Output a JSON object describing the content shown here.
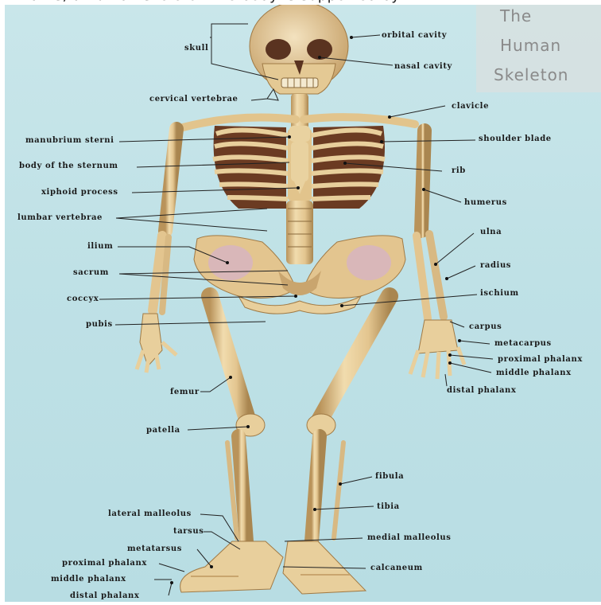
{
  "header_strip": "…that is, a human skeleton the body is supported by",
  "title": {
    "line1": "The",
    "line2": "Human",
    "line3": "Skeleton"
  },
  "labels": {
    "skull": "skull",
    "orbital_cavity": "orbital cavity",
    "nasal_cavity": "nasal cavity",
    "cervical_vertebrae": "cervical vertebrae",
    "clavicle": "clavicle",
    "manubrium_sterni": "manubrium sterni",
    "shoulder_blade": "shoulder blade",
    "body_of_sternum": "body of the sternum",
    "rib": "rib",
    "xiphoid_process": "xiphoid process",
    "humerus": "humerus",
    "lumbar_vertebrae": "lumbar vertebrae",
    "ulna": "ulna",
    "ilium": "ilium",
    "radius": "radius",
    "sacrum": "sacrum",
    "coccyx": "coccyx",
    "ischium": "ischium",
    "carpus": "carpus",
    "pubis": "pubis",
    "metacarpus": "metacarpus",
    "proximal_phalanx_hand": "proximal phalanx",
    "middle_phalanx_hand": "middle phalanx",
    "distal_phalanx_hand": "distal phalanx",
    "femur": "femur",
    "patella": "patella",
    "fibula": "fibula",
    "tibia": "tibia",
    "lateral_malleolus": "lateral malleolus",
    "medial_malleolus": "medial malleolus",
    "tarsus": "tarsus",
    "metatarsus": "metatarsus",
    "calcaneum": "calcaneum",
    "proximal_phalanx_foot": "proximal phalanx",
    "middle_phalanx_foot": "middle phalanx",
    "distal_phalanx_foot": "distal phalanx"
  },
  "colors": {
    "background": "#c4e3e8",
    "bone": "#e8cf9c",
    "bone_shadow": "#b9935a",
    "cavity": "#6b3b22",
    "pelvis_inner": "#d9b7b9",
    "leader_line": "#222222"
  }
}
